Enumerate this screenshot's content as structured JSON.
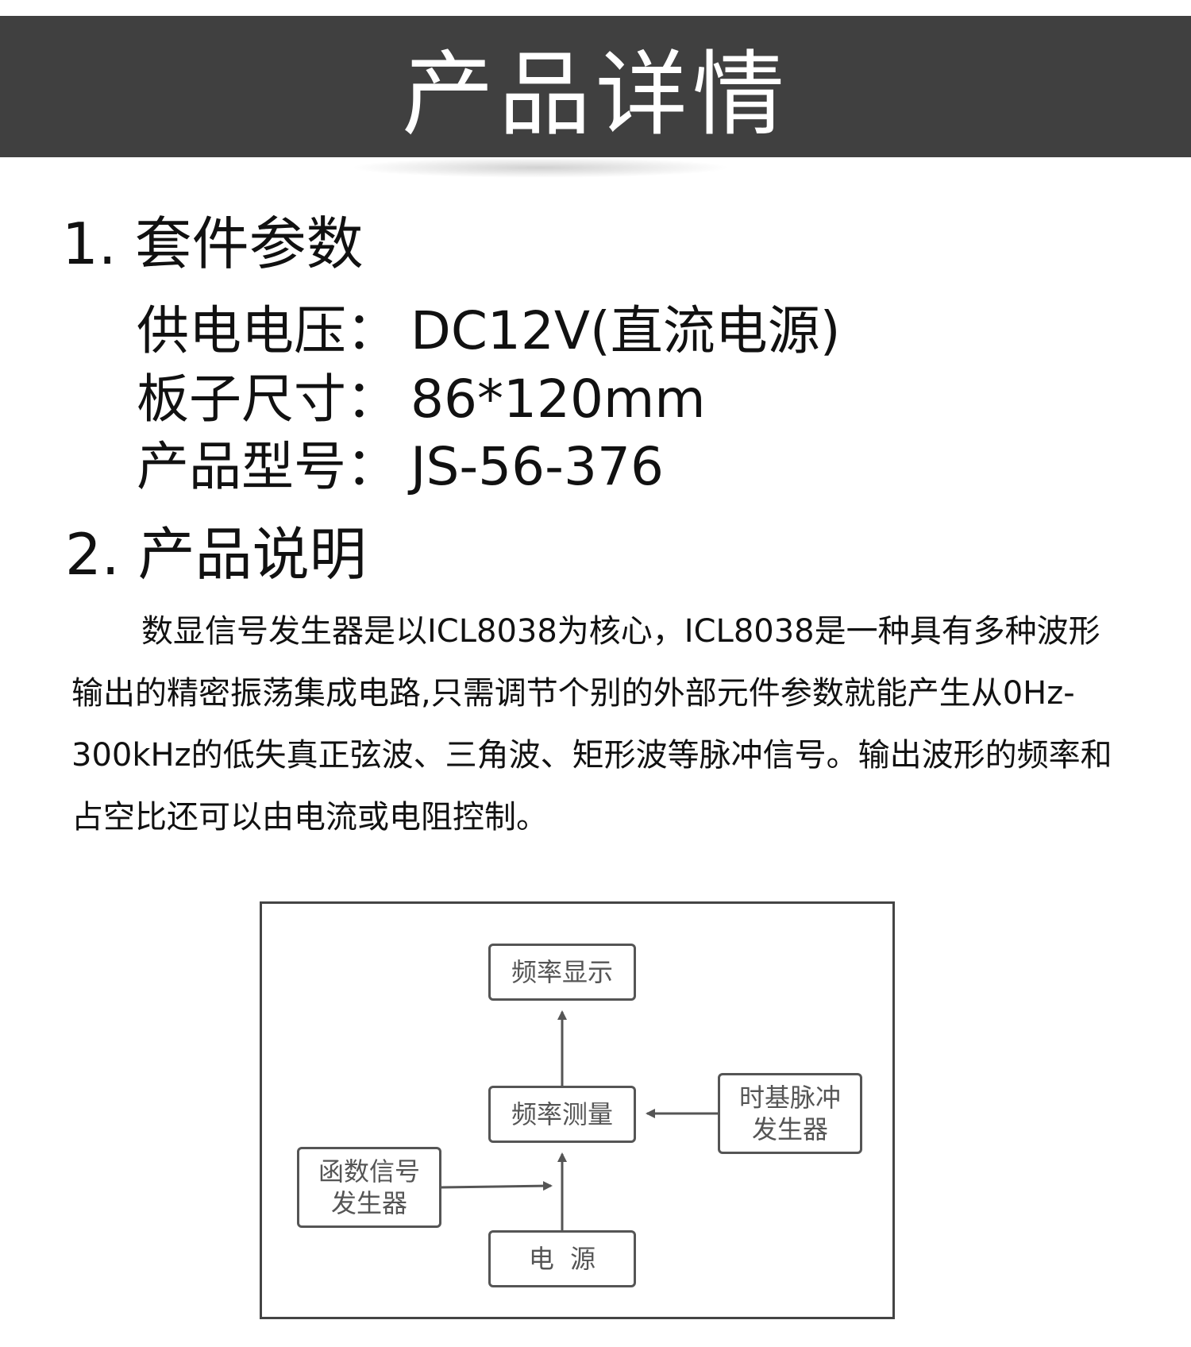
{
  "banner": {
    "title": "产品详情"
  },
  "section1": {
    "number": "1.",
    "title": "套件参数",
    "params": [
      {
        "key": "供电电压：",
        "value": "DC12V(直流电源)"
      },
      {
        "key": "板子尺寸：",
        "value": "86*120mm"
      },
      {
        "key": "产品型号：",
        "value": "JS-56-376"
      }
    ]
  },
  "section2": {
    "number": "2.",
    "title": "产品说明",
    "description": "数显信号发生器是以ICL8038为核心，ICL8038是一种具有多种波形输出的精密振荡集成电路,只需调节个别的外部元件参数就能产生从0Hz-300kHz的低失真正弦波、三角波、矩形波等脉冲信号。输出波形的频率和占空比还可以由电流或电阻控制。"
  },
  "diagram": {
    "boxes": {
      "frequency_display": "频率显示",
      "frequency_measure": "频率测量",
      "timebase_line1": "时基脉冲",
      "timebase_line2": "发生器",
      "function_line1": "函数信号",
      "function_line2": "发生器",
      "power": "电  源"
    }
  }
}
